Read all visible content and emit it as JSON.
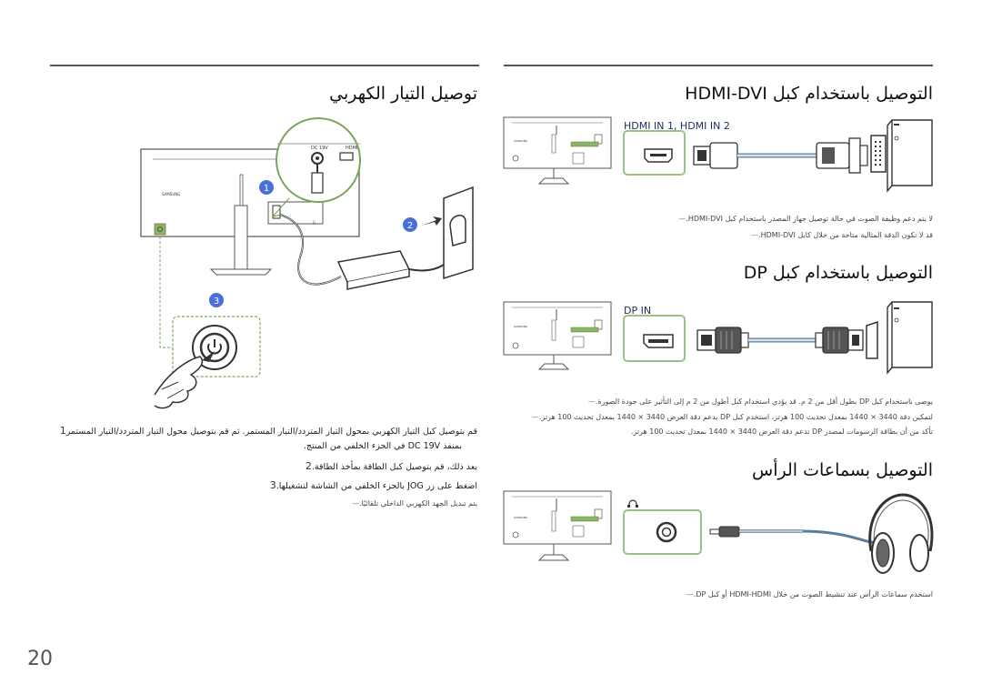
{
  "page_number": "20",
  "right": {
    "hdmi": {
      "title": "التوصيل باستخدام كبل HDMI-DVI",
      "port_label": "HDMI IN 1, HDMI IN 2",
      "notes": [
        "لا يتم دعم وظيفة الصوت في حالة توصيل جهاز المصدر باستخدام كبل HDMI-DVI.",
        "قد لا تكون الدقة المثالية متاحة من خلال كابل HDMI-DVI."
      ]
    },
    "dp": {
      "title": "التوصيل باستخدام كبل DP",
      "port_label": "DP IN",
      "notes": [
        "يوصى باستخدام كبل DP بطول أقل من 2 م. قد يؤدي استخدام كبل أطول من 2 م إلى التأثير على جودة الصورة.",
        "لتمكين دقة 3440 × 1440 بمعدل تحديث 100 هرتز، استخدم كبل DP يدعم دقة العرض 3440 × 1440 بمعدل تحديث 100 هرتز.",
        "تأكد من أن بطاقة الرسومات لمصدر DP تدعم دقة العرض 3440 × 1440 بمعدل تحديث 100 هرتز."
      ]
    },
    "headphones": {
      "title": "التوصيل بسماعات الرأس",
      "notes": [
        "استخدم سماعات الرأس عند تنشيط الصوت من خلال HDMI-HDMI أو كبل DP."
      ]
    }
  },
  "left": {
    "title": "توصيل التيار الكهربي",
    "callouts": [
      "1",
      "2",
      "3"
    ],
    "port_labels": {
      "dc": "DC 19V",
      "hdmi": "HDMI"
    },
    "brand": "SAMSUNG",
    "steps": [
      {
        "num": "1",
        "line1": "قم بتوصيل كبل التيار الكهربي بمحول التيار المتردد/التيار المستمر. ثم قم بتوصيل محول التيار المتردد/التيار المستمر",
        "line2": "بمنفذ DC 19V في الجزء الخلفي من المنتج."
      },
      {
        "num": "2",
        "line1": "بعد ذلك، قم بتوصيل كبل الطاقة بمأخذ الطاقة.",
        "line2": ""
      },
      {
        "num": "3",
        "line1": "اضغط على زر JOG بالجزء الخلفي من الشاشة لتشغيلها.",
        "line2": ""
      }
    ],
    "note": "يتم تبديل الجهد الكهربي الداخلي تلقائيًا."
  }
}
